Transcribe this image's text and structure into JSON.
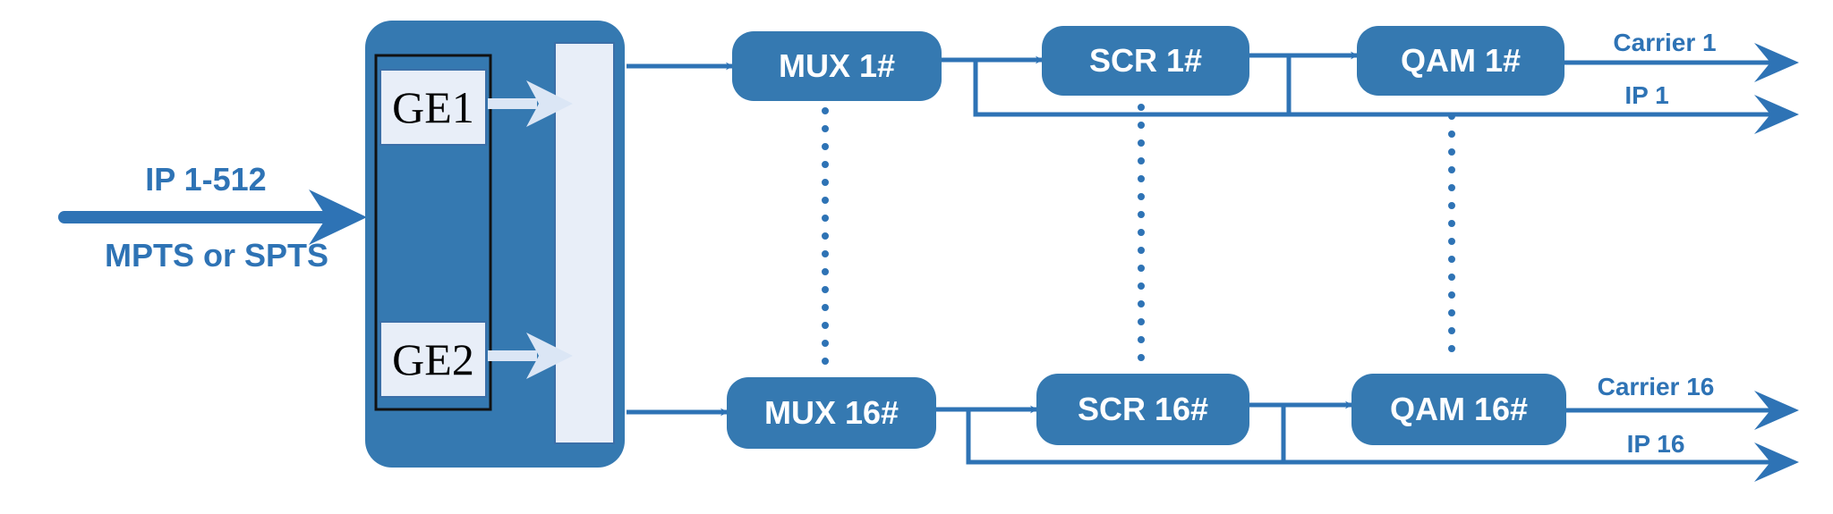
{
  "colors": {
    "primary": "#3579b1",
    "line": "#2e73b5",
    "label": "#2e73b5",
    "panel": "#e8eef8",
    "port_arrow": "#dbe6f5"
  },
  "input": {
    "label_top": "IP 1-512",
    "label_bottom": "MPTS or SPTS"
  },
  "ports": {
    "ge1": "GE1",
    "ge2": "GE2"
  },
  "row_top": {
    "mux": "MUX 1#",
    "scr": "SCR 1#",
    "qam": "QAM 1#",
    "carrier": "Carrier 1",
    "ip": "IP 1"
  },
  "row_bottom": {
    "mux": "MUX 16#",
    "scr": "SCR 16#",
    "qam": "QAM 16#",
    "carrier": "Carrier 16",
    "ip": "IP 16"
  }
}
